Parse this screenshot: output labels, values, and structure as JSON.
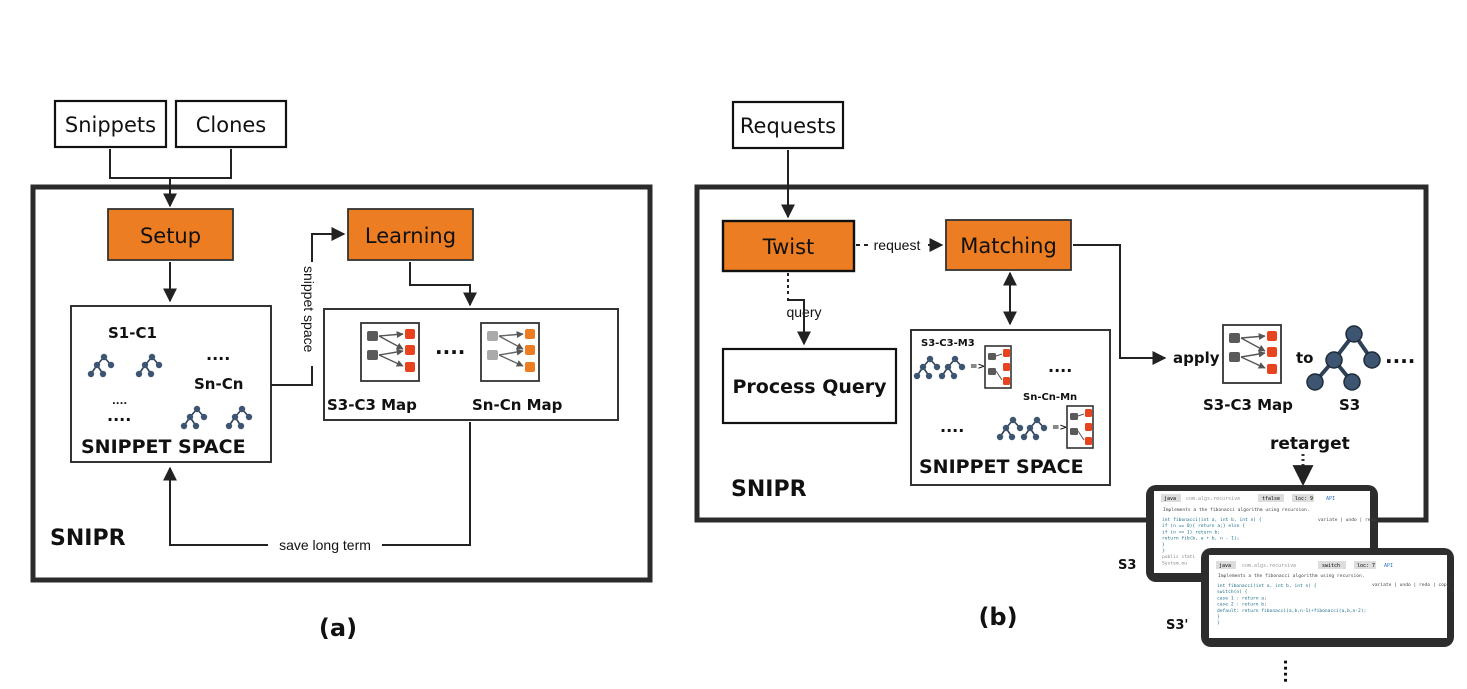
{
  "panel_a": {
    "inputs": [
      "Snippets",
      "Clones"
    ],
    "setup": "Setup",
    "learning": "Learning",
    "snippet_space_edge": "snippet space",
    "snippet_space": {
      "s1": "S1-C1",
      "dots1": "....",
      "sn": "Sn-Cn",
      "dots_small": "....",
      "dots2": "....",
      "title": "SNIPPET SPACE"
    },
    "maps": {
      "dots": "....",
      "m1": "S3-C3 Map",
      "m2": "Sn-Cn Map"
    },
    "save_label": "save long term",
    "system": "SNIPR",
    "caption": "(a)"
  },
  "panel_b": {
    "input": "Requests",
    "twist": "Twist",
    "request_label": "request",
    "matching": "Matching",
    "query_label": "query",
    "process_query": "Process Query",
    "snippet_space": {
      "m3": "S3-C3-M3",
      "arrow1": "=>",
      "dots1": "....",
      "mn": "Sn-Cn-Mn",
      "dots2": "....",
      "arrow2": "=>",
      "title": "SNIPPET SPACE"
    },
    "apply": "apply",
    "to": "to",
    "dots": "....",
    "map_label": "S3-C3 Map",
    "s3_label": "S3",
    "retarget": "retarget",
    "system": "SNIPR",
    "caption": "(b)",
    "code1": {
      "label": "S3",
      "tabs": [
        "java",
        "com.algs.recursive",
        "tfalse",
        "loc: 9",
        "API"
      ],
      "desc": "Implements a the fibonacci algorithm using recursion.",
      "actions": "variate | undo | redo",
      "lines": [
        "int fibonacci(int a, int b, int n) {",
        "  if (n == 0){ return a;} else {",
        "    if (n == 1) return b;",
        "    return fib(b, a + b, n - 1);",
        "  }",
        "}",
        "public stati",
        "  System.ou"
      ]
    },
    "code2": {
      "label": "S3'",
      "tabs": [
        "java",
        "com.algs.recursive",
        "switch",
        "loc: 7",
        "API"
      ],
      "desc": "Implements a the fibonacci algorithm using recursion.",
      "actions": "variate | undo | redo | copy",
      "lines": [
        "int fibonacci(int a, int b, int n) {",
        "  switch(n) {",
        "    case 1 : return a;",
        "    case 2 : return b;",
        "    default: return fibonacci(a,b,n-1)+fibonacci(a,b,n-2);",
        "  }",
        "}"
      ]
    },
    "bottom_dots": "...."
  },
  "colors": {
    "orange": "#ED7D22",
    "red": "#E8431F",
    "tree_node": "#2E4257",
    "border": "#2b2b2b"
  }
}
